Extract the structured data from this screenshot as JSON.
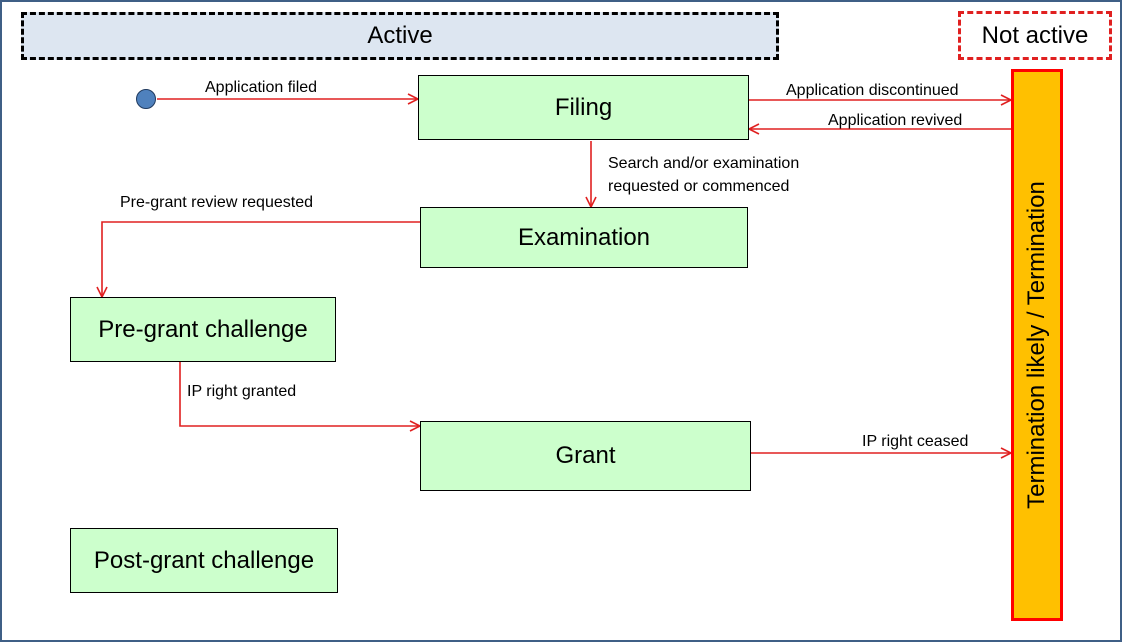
{
  "headers": {
    "active": "Active",
    "not_active": "Not active"
  },
  "states": {
    "filing": "Filing",
    "examination": "Examination",
    "pre_grant_challenge": "Pre-grant challenge",
    "grant": "Grant",
    "post_grant_challenge": "Post-grant challenge",
    "termination": "Termination likely / Termination"
  },
  "transitions": {
    "application_filed": "Application filed",
    "application_discontinued": "Application discontinued",
    "application_revived": "Application revived",
    "search_examination_line1": "Search and/or examination",
    "search_examination_line2": "requested or commenced",
    "pre_grant_review": "Pre-grant review requested",
    "ip_right_granted": "IP right granted",
    "ip_right_ceased": "IP right ceased"
  },
  "colors": {
    "active_header_fill": "#dde6f1",
    "state_fill": "#ccffcc",
    "termination_fill": "#ffc000",
    "termination_border": "#ff0000",
    "arrow": "#e02020",
    "start_node": "#4f81bd",
    "frame": "#3f5f86"
  }
}
